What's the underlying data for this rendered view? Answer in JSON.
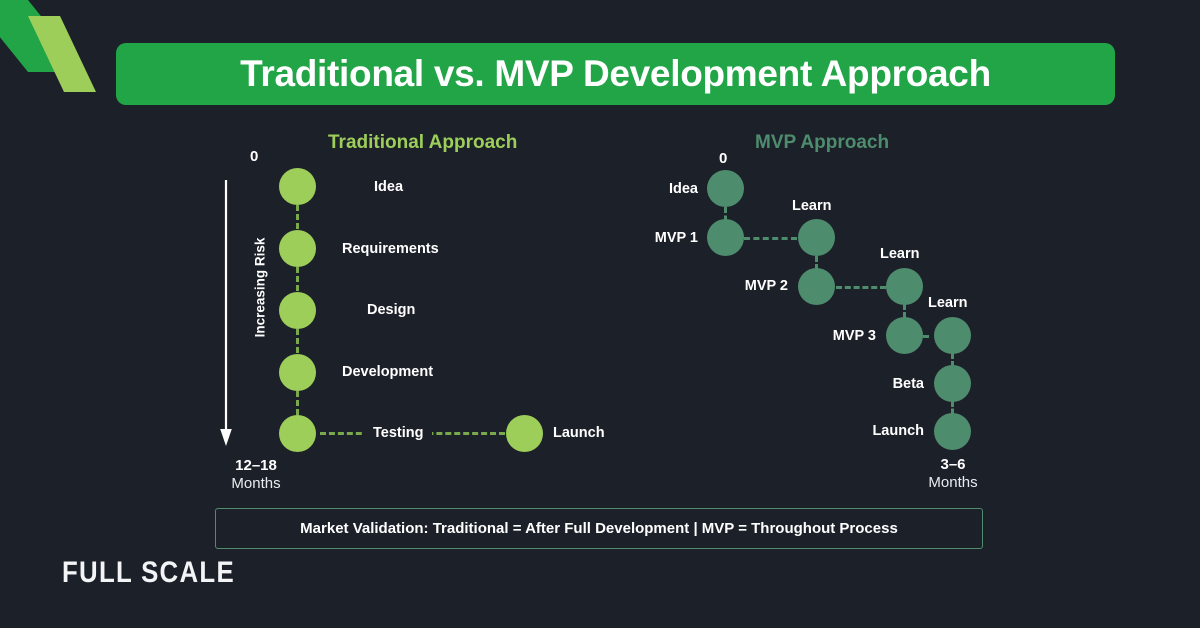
{
  "brand": {
    "wordmark": "FULL SCALE",
    "logo_icon": "full-scale-chevron-logo",
    "accent_green": "#21a547",
    "light_green": "#9ece5a",
    "sea_green": "#4e8c6e",
    "background": "#1c2029"
  },
  "header": {
    "title": "Traditional vs. MVP Development Approach"
  },
  "chart_data": {
    "type": "diagram",
    "title": "Traditional vs. MVP Development Approach",
    "comparison": [
      {
        "name": "Traditional Approach",
        "heading_color": "#9ece5a",
        "node_color": "#9ece5a",
        "start_marker": "0",
        "duration_value": "12–18",
        "duration_unit": "Months",
        "risk_axis_label": "Increasing Risk",
        "risk_axis_direction": "down",
        "steps": [
          {
            "label": "Idea",
            "column": 1,
            "row": 1
          },
          {
            "label": "Requirements",
            "column": 1,
            "row": 2
          },
          {
            "label": "Design",
            "column": 1,
            "row": 3
          },
          {
            "label": "Development",
            "column": 1,
            "row": 4
          },
          {
            "label": "Testing",
            "column": 1,
            "row": 5
          },
          {
            "label": "Launch",
            "column": 2,
            "row": 5
          }
        ]
      },
      {
        "name": "MVP Approach",
        "heading_color": "#4e8c6e",
        "node_color": "#4e8c6e",
        "start_marker": "0",
        "duration_value": "3–6",
        "duration_unit": "Months",
        "steps": [
          {
            "label": "Idea",
            "column": 1,
            "row": 1
          },
          {
            "label": "MVP 1",
            "column": 1,
            "row": 2
          },
          {
            "label": "Learn",
            "column": 2,
            "row": 2
          },
          {
            "label": "MVP 2",
            "column": 2,
            "row": 3
          },
          {
            "label": "Learn",
            "column": 3,
            "row": 3
          },
          {
            "label": "MVP 3",
            "column": 3,
            "row": 4
          },
          {
            "label": "Learn",
            "column": 4,
            "row": 4
          },
          {
            "label": "Beta",
            "column": 4,
            "row": 5
          },
          {
            "label": "Launch",
            "column": 4,
            "row": 6
          }
        ]
      }
    ]
  },
  "footer": {
    "banner": "Market Validation: Traditional = After Full Development  |  MVP = Throughout Process"
  }
}
